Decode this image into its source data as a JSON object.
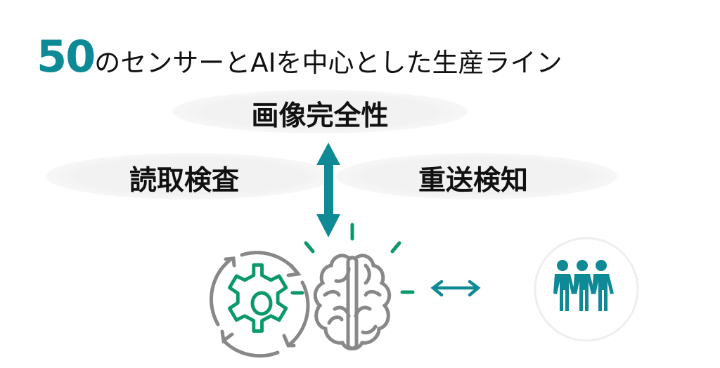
{
  "title": {
    "number": "50",
    "text": "のセンサーとAIを中心とした生産ライン"
  },
  "labels": {
    "top": "画像完全性",
    "left": "読取検査",
    "right": "重送検知"
  },
  "colors": {
    "teal": "#0e8a96",
    "green": "#0a9a6a",
    "gray": "#888888"
  }
}
